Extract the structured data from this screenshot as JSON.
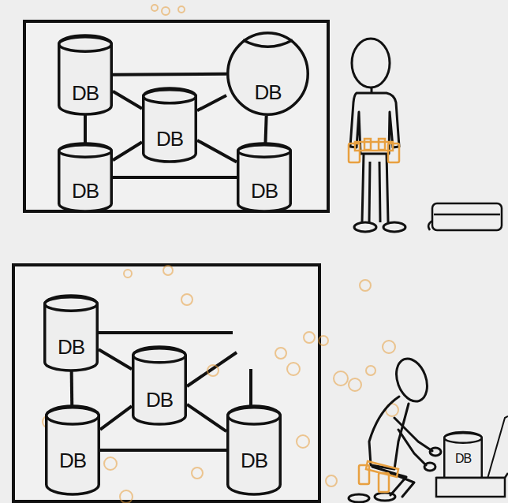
{
  "diagram": {
    "nodes": [
      {
        "text": [
          "DB"
        ]
      },
      {
        "text": [
          "DB"
        ]
      },
      {
        "text": [
          "DB"
        ]
      },
      {
        "text": [
          "DB"
        ]
      },
      {
        "text": [
          "DB"
        ]
      },
      {
        "text": [
          "DB"
        ]
      },
      {
        "text": [
          "DB"
        ]
      },
      {
        "text": [
          "DB"
        ]
      },
      {
        "text": [
          "DB"
        ]
      },
      {
        "text": [
          "DB"
        ]
      }
    ],
    "edges": [
      {
        "from": 0,
        "to": 1,
        "arrow": "none"
      },
      {
        "from": 0,
        "to": 3,
        "arrow": "none"
      },
      {
        "from": 0,
        "to": 2,
        "arrow": "none"
      },
      {
        "from": 3,
        "to": 2,
        "arrow": "none"
      },
      {
        "from": 2,
        "to": 1,
        "arrow": "none"
      },
      {
        "from": 2,
        "to": 4,
        "arrow": "none"
      },
      {
        "from": 1,
        "to": 4,
        "arrow": "none"
      },
      {
        "from": 3,
        "to": 4,
        "arrow": "none"
      },
      {
        "from": 5,
        "to": 6,
        "arrow": "none"
      },
      {
        "from": 5,
        "to": 7,
        "arrow": "none"
      },
      {
        "from": 7,
        "to": 6,
        "arrow": "none"
      },
      {
        "from": 7,
        "to": 8,
        "arrow": "none"
      },
      {
        "from": 6,
        "to": 8,
        "arrow": "none"
      }
    ]
  }
}
